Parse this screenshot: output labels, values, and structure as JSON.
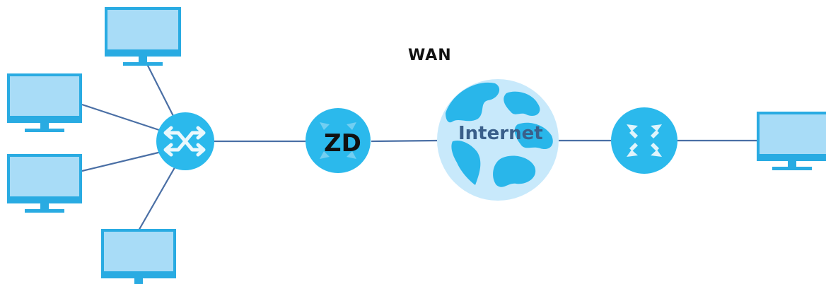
{
  "diagram": {
    "wan_label": "WAN",
    "internet_label": "Internet",
    "zd_label": "ZD",
    "colors": {
      "link": "#4a6fa5",
      "node": "#2bb9ec",
      "screen": "#a8dcf7",
      "monitor_base": "#29abe2",
      "globe_ocean": "#c8e9fb",
      "globe_land": "#29b6ea",
      "text_dark": "#111111",
      "text_internet": "#3a5f8a"
    },
    "icons": {
      "switch": "switch-icon",
      "zd_device": "zd-device-icon",
      "globe": "globe-icon",
      "router": "router-icon",
      "monitor": "monitor-icon"
    }
  }
}
